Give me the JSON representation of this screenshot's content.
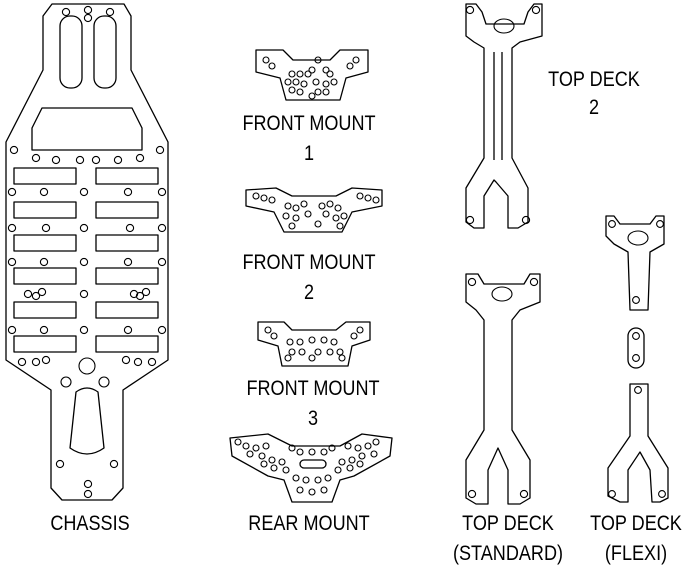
{
  "labels": {
    "chassis": "CHASSIS",
    "front_mount_1": [
      "FRONT MOUNT",
      "1"
    ],
    "front_mount_2": [
      "FRONT MOUNT",
      "2"
    ],
    "front_mount_3": [
      "FRONT MOUNT",
      "3"
    ],
    "rear_mount": "REAR MOUNT",
    "top_deck_2": [
      "TOP DECK",
      "2"
    ],
    "top_deck_standard": [
      "TOP DECK",
      "(STANDARD)"
    ],
    "top_deck_flexi": [
      "TOP DECK",
      "(FLEXI)"
    ]
  },
  "colors": {
    "line": "#000000",
    "background": "#ffffff"
  }
}
